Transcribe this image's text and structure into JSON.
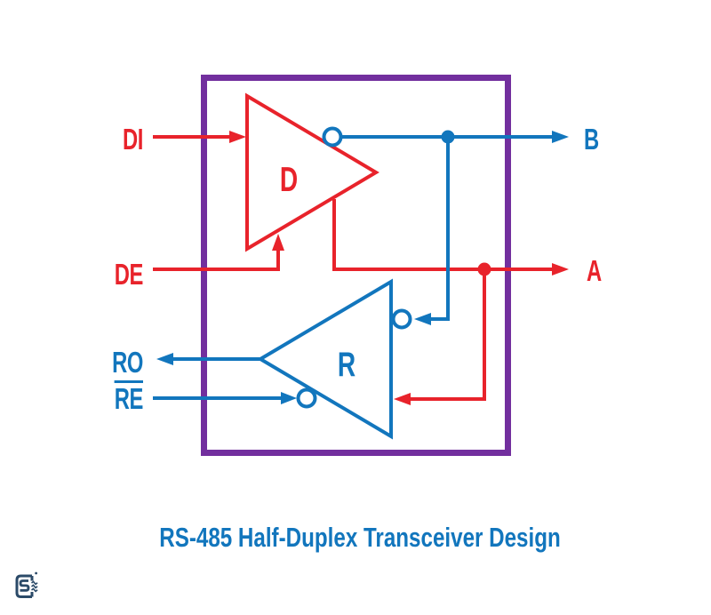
{
  "title": "RS-485 Half-Duplex Transceiver Design",
  "colors": {
    "red": "#e8232b",
    "blue": "#1276bd",
    "purple": "#722f9e",
    "navy": "#2b4a68",
    "bg": "#ffffff"
  },
  "diagram": {
    "driver_label": "D",
    "receiver_label": "R",
    "pins": {
      "di": "DI",
      "de": "DE",
      "ro": "RO",
      "re": "RE",
      "b": "B",
      "a": "A"
    }
  },
  "logo": {
    "icon": "cs-logo"
  }
}
